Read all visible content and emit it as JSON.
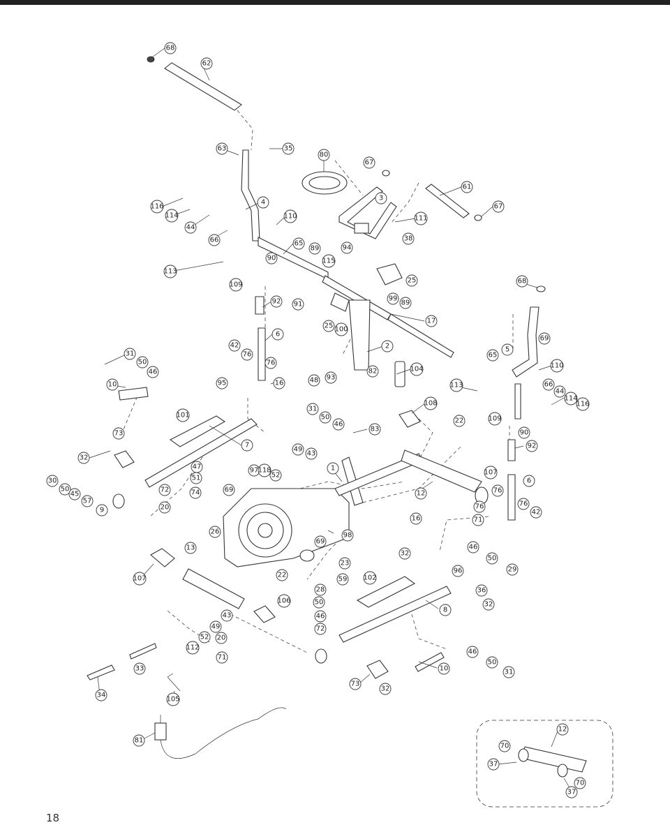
{
  "page": {
    "number": "18"
  },
  "parts": [
    {
      "label": "68"
    },
    {
      "label": "62"
    },
    {
      "label": "63"
    },
    {
      "label": "35"
    },
    {
      "label": "80"
    },
    {
      "label": "67"
    },
    {
      "label": "61"
    },
    {
      "label": "3"
    },
    {
      "label": "67"
    },
    {
      "label": "116"
    },
    {
      "label": "4"
    },
    {
      "label": "114"
    },
    {
      "label": "44"
    },
    {
      "label": "110"
    },
    {
      "label": "111"
    },
    {
      "label": "66"
    },
    {
      "label": "65"
    },
    {
      "label": "89"
    },
    {
      "label": "94"
    },
    {
      "label": "38"
    },
    {
      "label": "90"
    },
    {
      "label": "113"
    },
    {
      "label": "115"
    },
    {
      "label": "109"
    },
    {
      "label": "25"
    },
    {
      "label": "68"
    },
    {
      "label": "92"
    },
    {
      "label": "91"
    },
    {
      "label": "99"
    },
    {
      "label": "89"
    },
    {
      "label": "17"
    },
    {
      "label": "25"
    },
    {
      "label": "100"
    },
    {
      "label": "6"
    },
    {
      "label": "69"
    },
    {
      "label": "42"
    },
    {
      "label": "2"
    },
    {
      "label": "5"
    },
    {
      "label": "31"
    },
    {
      "label": "76"
    },
    {
      "label": "65"
    },
    {
      "label": "110"
    },
    {
      "label": "50"
    },
    {
      "label": "76"
    },
    {
      "label": "104"
    },
    {
      "label": "46"
    },
    {
      "label": "48"
    },
    {
      "label": "93"
    },
    {
      "label": "82"
    },
    {
      "label": "66"
    },
    {
      "label": "10"
    },
    {
      "label": "95"
    },
    {
      "label": "16"
    },
    {
      "label": "113"
    },
    {
      "label": "44"
    },
    {
      "label": "114"
    },
    {
      "label": "116"
    },
    {
      "label": "108"
    },
    {
      "label": "31"
    },
    {
      "label": "101"
    },
    {
      "label": "109"
    },
    {
      "label": "50"
    },
    {
      "label": "22"
    },
    {
      "label": "46"
    },
    {
      "label": "83"
    },
    {
      "label": "90"
    },
    {
      "label": "73"
    },
    {
      "label": "7"
    },
    {
      "label": "92"
    },
    {
      "label": "32"
    },
    {
      "label": "49"
    },
    {
      "label": "43"
    },
    {
      "label": "1"
    },
    {
      "label": "47"
    },
    {
      "label": "97"
    },
    {
      "label": "118"
    },
    {
      "label": "52"
    },
    {
      "label": "107"
    },
    {
      "label": "6"
    },
    {
      "label": "30"
    },
    {
      "label": "51"
    },
    {
      "label": "50"
    },
    {
      "label": "72"
    },
    {
      "label": "74"
    },
    {
      "label": "69"
    },
    {
      "label": "76"
    },
    {
      "label": "12"
    },
    {
      "label": "45"
    },
    {
      "label": "76"
    },
    {
      "label": "57"
    },
    {
      "label": "20"
    },
    {
      "label": "76"
    },
    {
      "label": "42"
    },
    {
      "label": "9"
    },
    {
      "label": "71"
    },
    {
      "label": "16"
    },
    {
      "label": "26"
    },
    {
      "label": "98"
    },
    {
      "label": "13"
    },
    {
      "label": "69"
    },
    {
      "label": "46"
    },
    {
      "label": "32"
    },
    {
      "label": "50"
    },
    {
      "label": "23"
    },
    {
      "label": "96"
    },
    {
      "label": "29"
    },
    {
      "label": "107"
    },
    {
      "label": "22"
    },
    {
      "label": "59"
    },
    {
      "label": "102"
    },
    {
      "label": "28"
    },
    {
      "label": "36"
    },
    {
      "label": "50"
    },
    {
      "label": "106"
    },
    {
      "label": "32"
    },
    {
      "label": "8"
    },
    {
      "label": "43"
    },
    {
      "label": "46"
    },
    {
      "label": "49"
    },
    {
      "label": "72"
    },
    {
      "label": "52"
    },
    {
      "label": "20"
    },
    {
      "label": "112"
    },
    {
      "label": "71"
    },
    {
      "label": "46"
    },
    {
      "label": "33"
    },
    {
      "label": "50"
    },
    {
      "label": "10"
    },
    {
      "label": "31"
    },
    {
      "label": "73"
    },
    {
      "label": "32"
    },
    {
      "label": "34"
    },
    {
      "label": "105"
    },
    {
      "label": "12"
    },
    {
      "label": "81"
    },
    {
      "label": "70"
    },
    {
      "label": "37"
    },
    {
      "label": "70"
    },
    {
      "label": "37"
    }
  ]
}
